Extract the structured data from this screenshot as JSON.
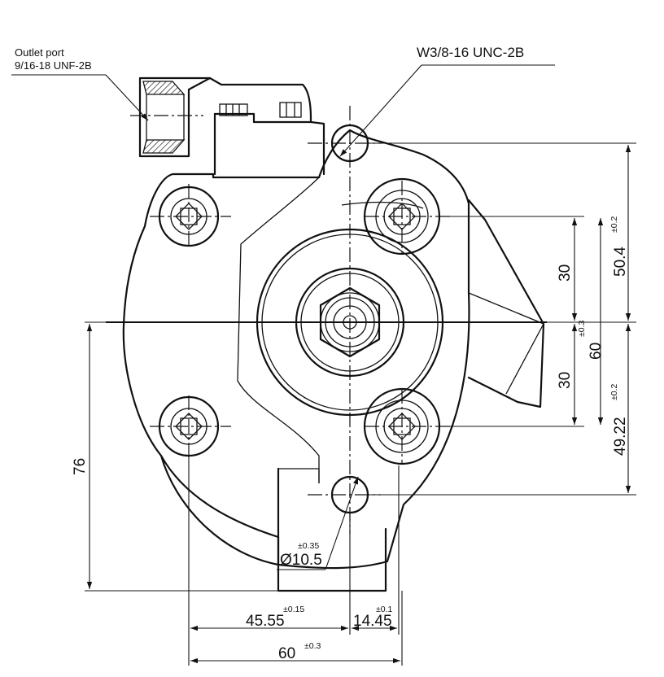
{
  "callouts": {
    "outlet_port_line1": "Outlet port",
    "outlet_port_line2": "9/16-18 UNF-2B",
    "mount_thread": "W3/8-16 UNC-2B"
  },
  "dimensions": {
    "d50_4": {
      "value": "50.4",
      "tol": "±0.2"
    },
    "d49_22": {
      "value": "49.22",
      "tol": "±0.2"
    },
    "d30_top": {
      "value": "30"
    },
    "d30_bottom": {
      "value": "30"
    },
    "d60_vert": {
      "value": "60",
      "tol": "±0.3"
    },
    "d76": {
      "value": "76"
    },
    "d45_55": {
      "value": "45.55",
      "tol": "±0.15"
    },
    "d14_45": {
      "value": "14.45",
      "tol": "±0.1"
    },
    "d60_horiz": {
      "value": "60",
      "tol": "±0.3"
    },
    "d10_5": {
      "value": "Ø10.5",
      "tol": "±0.35"
    }
  }
}
